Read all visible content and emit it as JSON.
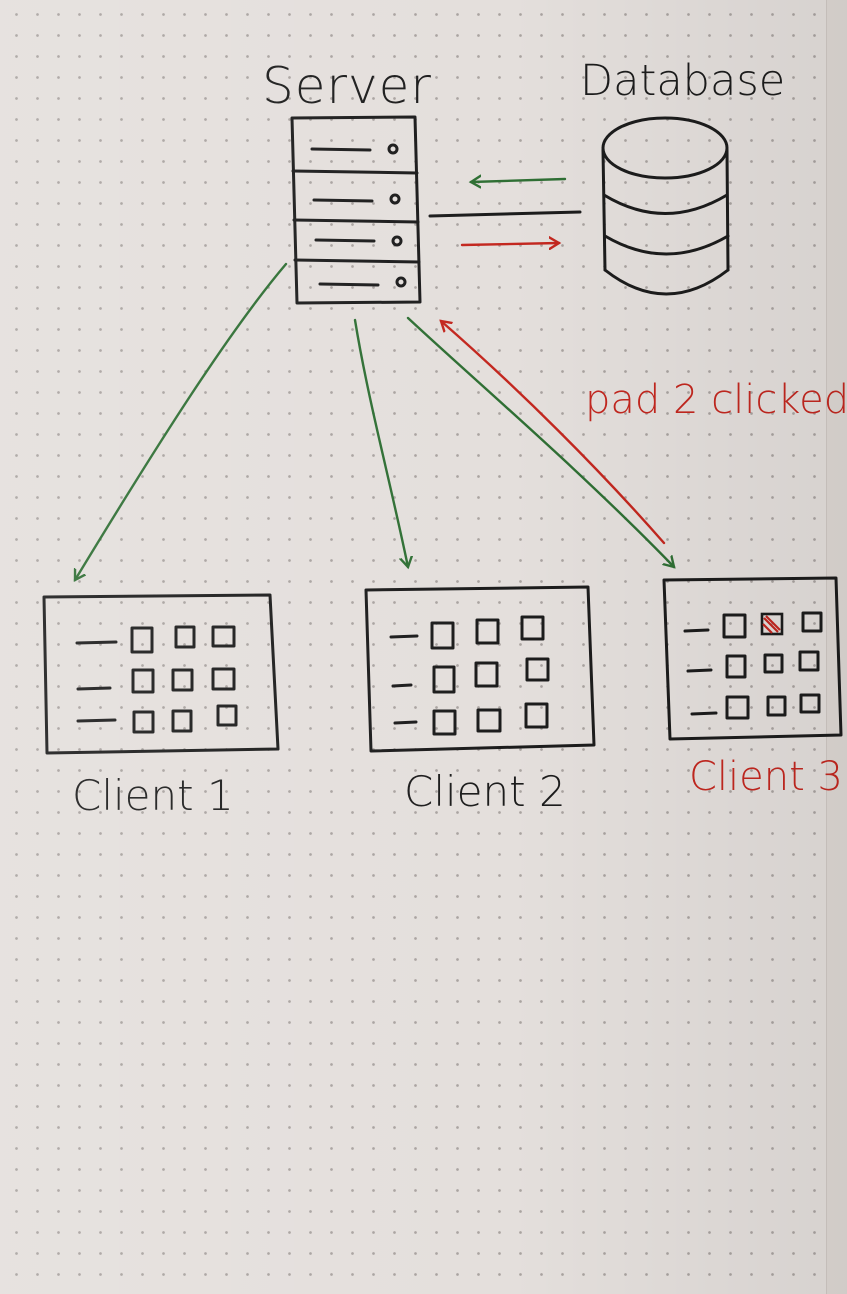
{
  "labels": {
    "server": "Server",
    "database": "Database",
    "annotation": "pad 2 clicked",
    "client_1": "Client 1",
    "client_2": "Client 2",
    "client_3": "Client 3"
  },
  "colors": {
    "ink": "#1c1c1c",
    "green_arrow": "#2f6f34",
    "red_arrow": "#c3271f",
    "paper": "#e4dfdc"
  },
  "clients": [
    {
      "name": "Client 1",
      "pad_rows": 3,
      "pads_per_row": 3,
      "highlighted_pad": null
    },
    {
      "name": "Client 2",
      "pad_rows": 3,
      "pads_per_row": 3,
      "highlighted_pad": null
    },
    {
      "name": "Client 3",
      "pad_rows": 3,
      "pads_per_row": 3,
      "highlighted_pad": 2
    }
  ]
}
